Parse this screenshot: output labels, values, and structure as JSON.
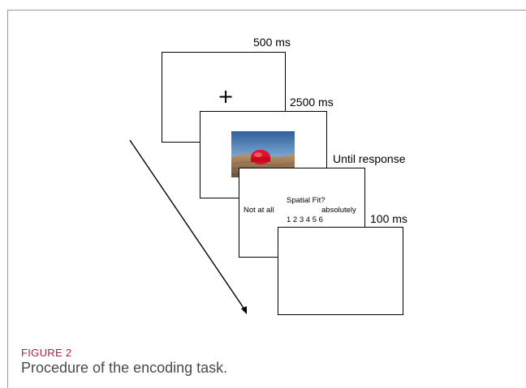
{
  "figure": {
    "label": "FIGURE 2",
    "caption": "Procedure of the encoding task."
  },
  "frames": [
    {
      "duration": "500 ms",
      "content": "fixation",
      "symbol": "+"
    },
    {
      "duration": "2500 ms",
      "content": "photo-red-tent-in-desert"
    },
    {
      "duration": "Until response",
      "content": "rating",
      "question": "Spatial Fit?",
      "scale_left": "Not at all",
      "scale_right": "absolutely",
      "scale": "1 2 3 4 5 6"
    },
    {
      "duration": "100 ms",
      "content": "blank"
    }
  ],
  "colors": {
    "label": "#b0214a",
    "caption": "#4a4a4a",
    "frame": "#000000"
  }
}
